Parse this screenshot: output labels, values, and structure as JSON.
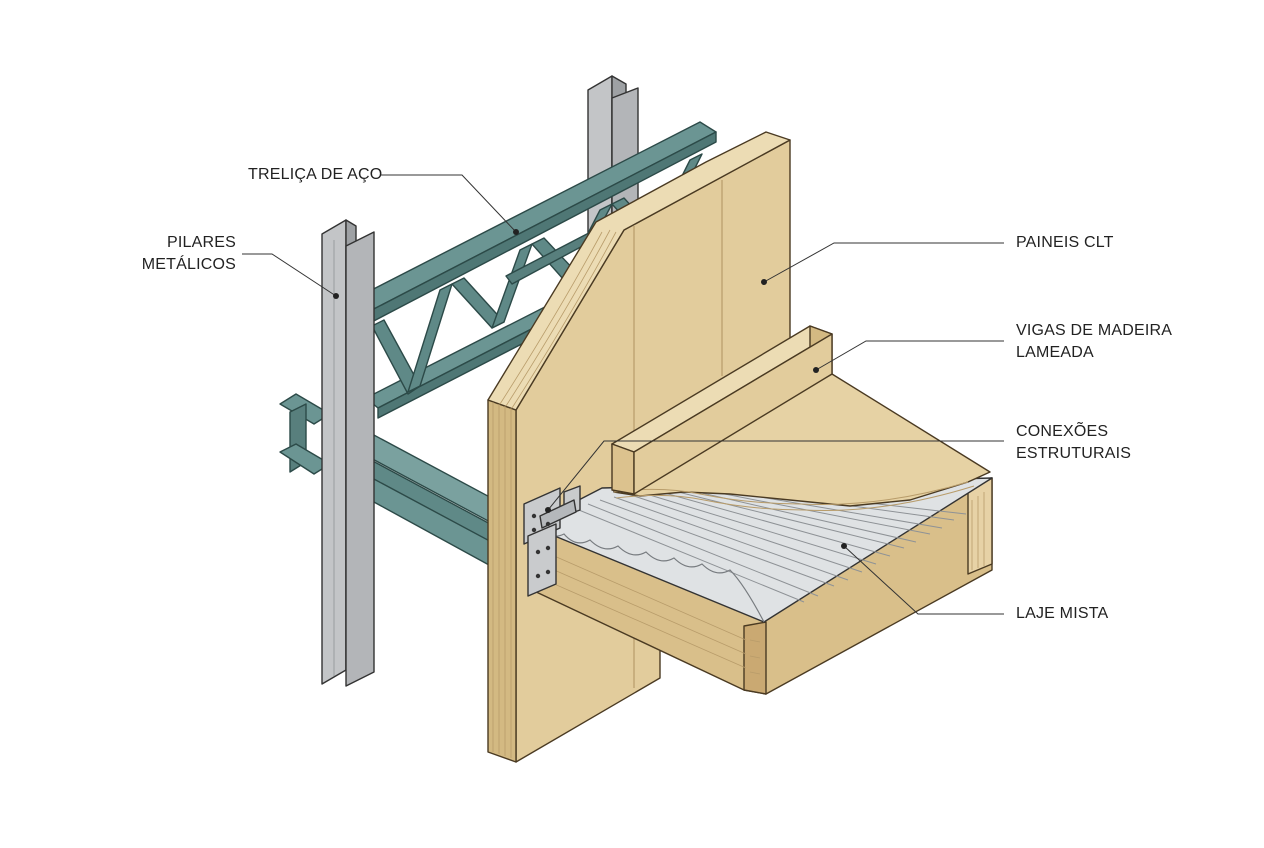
{
  "labels": {
    "trelica": "TRELIÇA DE AÇO",
    "pilares_1": "PILARES",
    "pilares_2": "METÁLICOS",
    "paineis": "PAINEIS CLT",
    "vigas_1": "VIGAS DE MADEIRA",
    "vigas_2": "LAMEADA",
    "conexoes_1": "CONEXÕES",
    "conexoes_2": "ESTRUTURAIS",
    "laje": "LAJE MISTA"
  },
  "colors": {
    "steel_green": "#6b9593",
    "steel_green_dark": "#4f7775",
    "steel_grey": "#b7b9bb",
    "steel_grey_dark": "#8f9295",
    "wood": "#e2cc9c",
    "wood_dark": "#d3b982",
    "wood_light": "#ecdcb4",
    "deck": "#dfe2e4"
  },
  "icons": {
    "steel_columns": "i-beam-column-icon",
    "connector": "bolted-plate-icon"
  }
}
